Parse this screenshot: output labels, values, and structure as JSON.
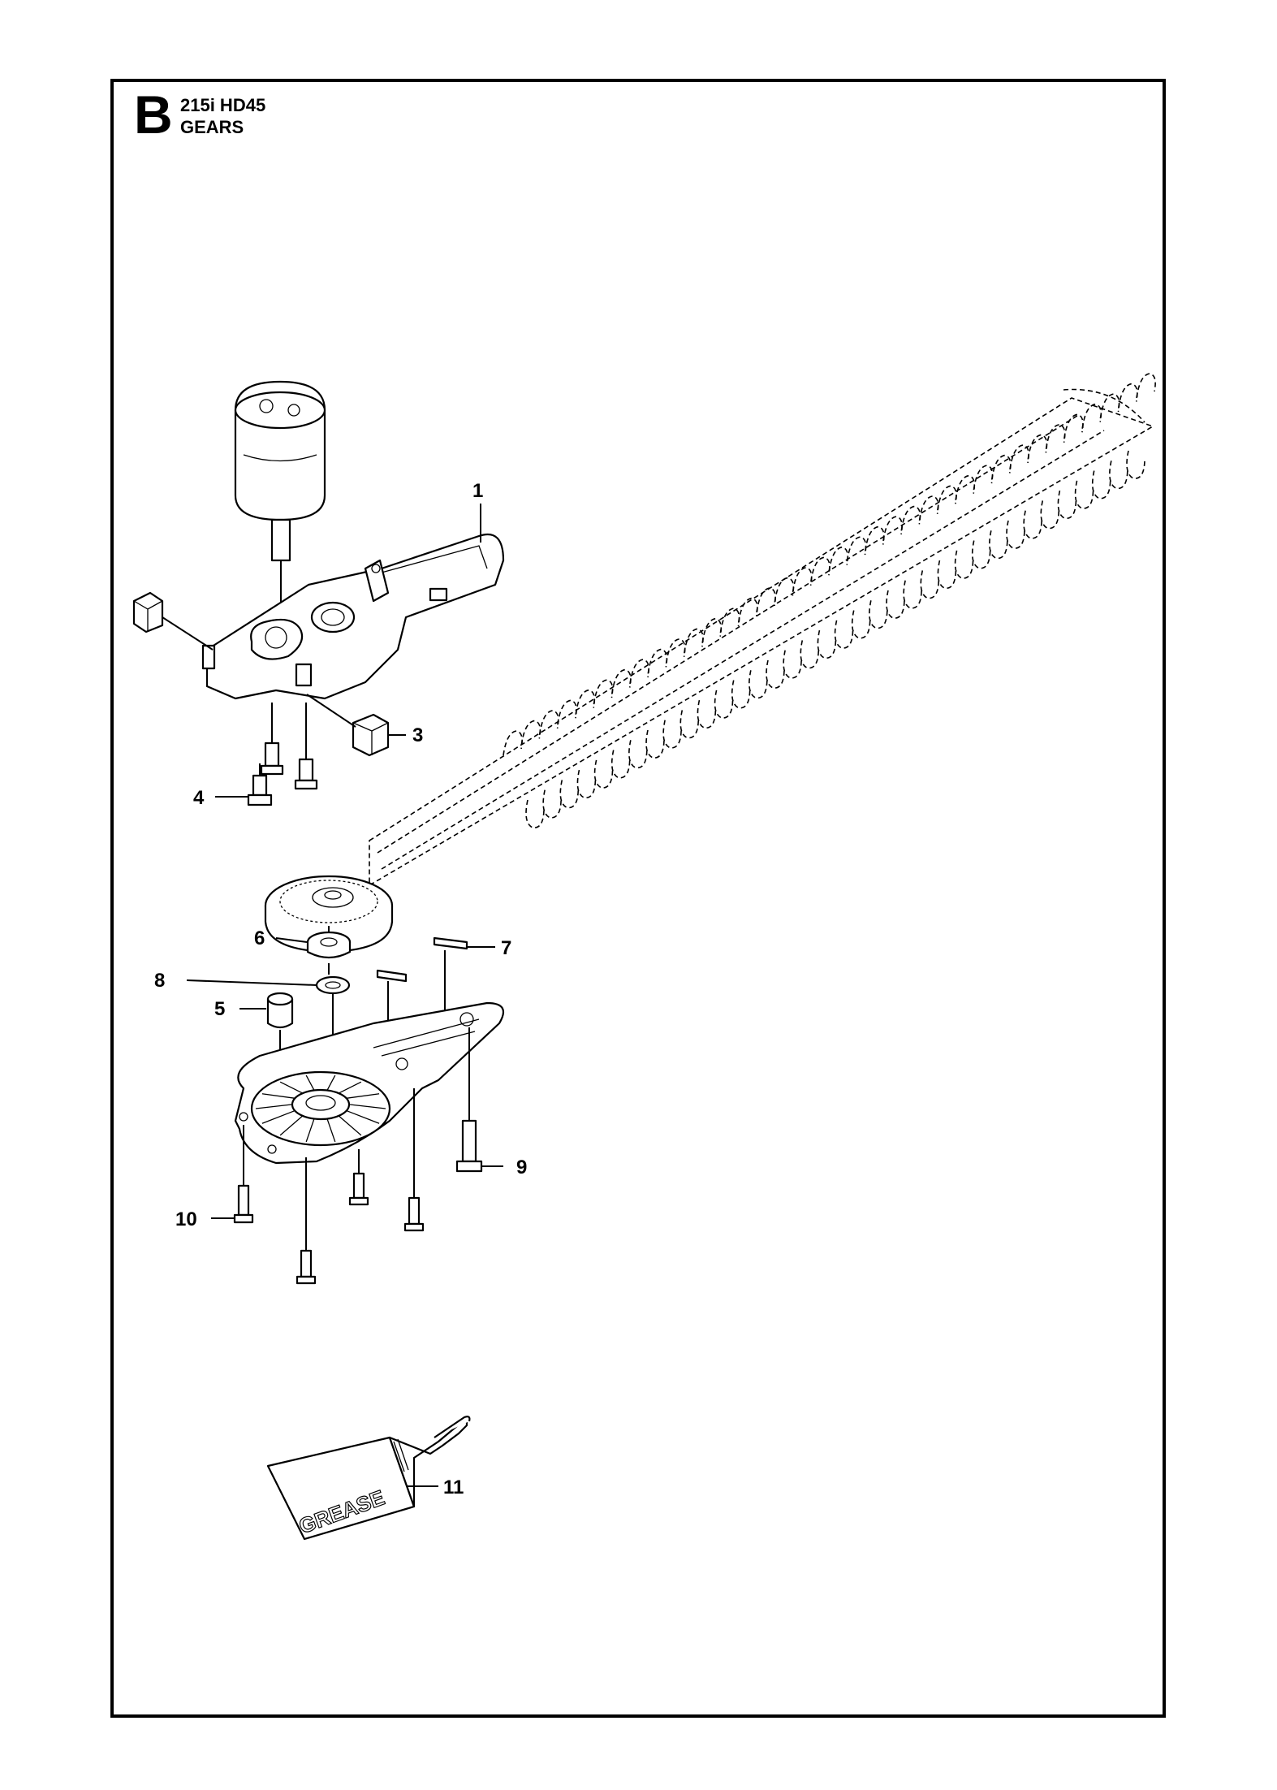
{
  "header": {
    "section": "B",
    "model": "215i HD45",
    "title": "GEARS"
  },
  "callouts": [
    {
      "id": "1",
      "label": "1"
    },
    {
      "id": "3",
      "label": "3"
    },
    {
      "id": "4",
      "label": "4"
    },
    {
      "id": "5",
      "label": "5"
    },
    {
      "id": "6",
      "label": "6"
    },
    {
      "id": "7",
      "label": "7"
    },
    {
      "id": "8",
      "label": "8"
    },
    {
      "id": "9",
      "label": "9"
    },
    {
      "id": "10",
      "label": "10"
    },
    {
      "id": "11",
      "label": "11"
    }
  ],
  "grease_tube": {
    "text": "GREASE"
  }
}
